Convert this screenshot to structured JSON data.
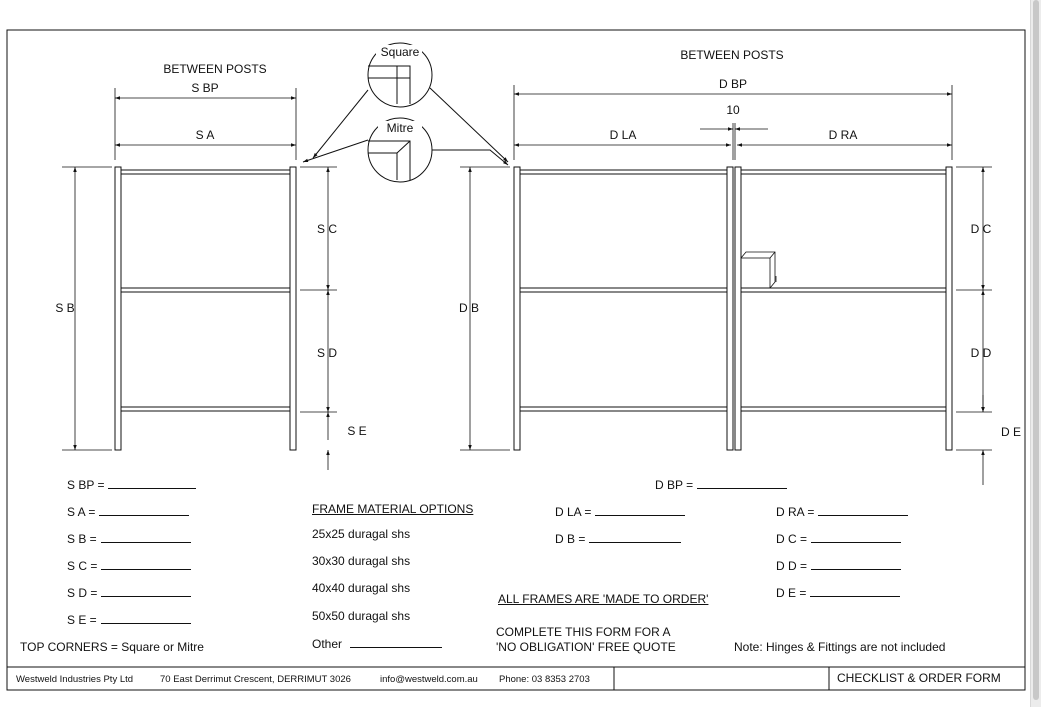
{
  "single": {
    "header": "BETWEEN  POSTS",
    "dims": {
      "sbp": "S BP",
      "sa": "S A",
      "sb": "S B",
      "sc": "S C",
      "sd": "S D",
      "se": "S E"
    }
  },
  "double": {
    "header": "BETWEEN  POSTS",
    "dims": {
      "dbp": "D BP",
      "gap": "10",
      "dla": "D LA",
      "dra": "D RA",
      "db": "D B",
      "dc": "D C",
      "dd": "D D",
      "de": "D E"
    }
  },
  "corners": {
    "square": "Square",
    "mitre": "Mitre"
  },
  "form_left": [
    {
      "label": "S BP  ="
    },
    {
      "label": "S A  ="
    },
    {
      "label": "S B  ="
    },
    {
      "label": "S C  ="
    },
    {
      "label": "S D  ="
    },
    {
      "label": "S E  ="
    }
  ],
  "top_corners": "TOP CORNERS  =  Square  or  Mitre",
  "material": {
    "title": "FRAME MATERIAL OPTIONS",
    "options": [
      "25x25  duragal shs",
      "30x30  duragal shs",
      "40x40  duragal shs",
      "50x50  duragal shs"
    ],
    "other": "Other"
  },
  "form_right": {
    "dbp": "D BP  =",
    "col1": [
      {
        "label": "D LA  ="
      },
      {
        "label": "D B  ="
      }
    ],
    "col2": [
      {
        "label": "D RA  ="
      },
      {
        "label": "D C  ="
      },
      {
        "label": "D  D  ="
      },
      {
        "label": "D E  ="
      }
    ]
  },
  "made_to_order": "ALL  FRAMES ARE  'MADE TO ORDER'",
  "quote": {
    "line1": "COMPLETE THIS FORM FOR A",
    "line2": "'NO OBLIGATION' FREE QUOTE"
  },
  "note": "Note:  Hinges & Fittings are not included",
  "footer": {
    "company": "Westweld Industries Pty Ltd",
    "address": "70 East Derrimut Crescent, DERRIMUT  3026",
    "email": "info@westweld.com.au",
    "phone": "Phone:  03 8353 2703",
    "form_title": "CHECKLIST  &  ORDER FORM"
  }
}
